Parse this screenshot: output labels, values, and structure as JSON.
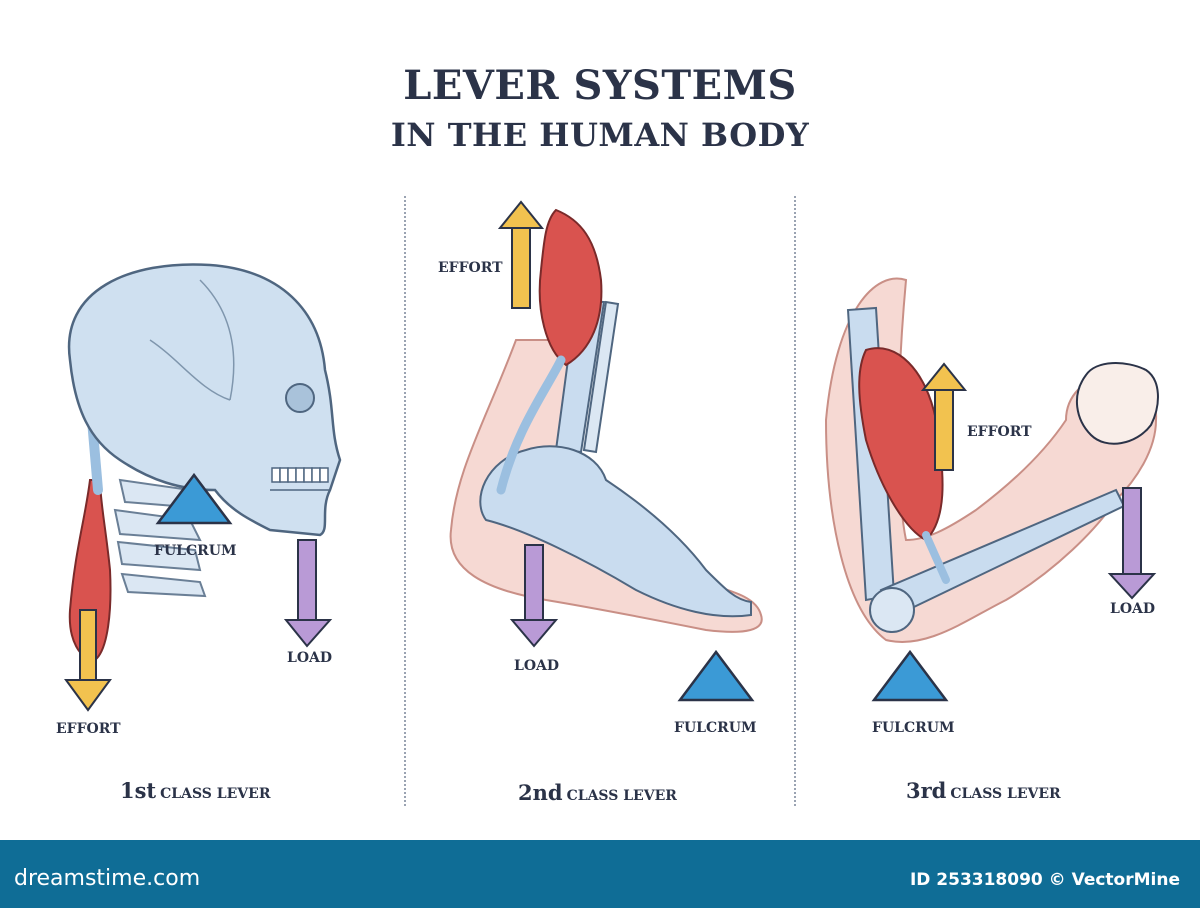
{
  "title": {
    "line1": "LEVER SYSTEMS",
    "line2": "IN THE HUMAN BODY"
  },
  "panels": [
    {
      "id": "first-class",
      "ordinal": "1st",
      "class_label": "CLASS LEVER",
      "labels": {
        "effort": "EFFORT",
        "fulcrum": "FULCRUM",
        "load": "LOAD"
      },
      "body_part": "skull-neck"
    },
    {
      "id": "second-class",
      "ordinal": "2nd",
      "class_label": "CLASS LEVER",
      "labels": {
        "effort": "EFFORT",
        "fulcrum": "FULCRUM",
        "load": "LOAD"
      },
      "body_part": "foot-calf"
    },
    {
      "id": "third-class",
      "ordinal": "3rd",
      "class_label": "CLASS LEVER",
      "labels": {
        "effort": "EFFORT",
        "fulcrum": "FULCRUM",
        "load": "LOAD"
      },
      "body_part": "arm-biceps"
    }
  ],
  "colors": {
    "title": "#2b3348",
    "fulcrum": "#3b9ad6",
    "effort_arrow": "#f2c24f",
    "load_arrow": "#b99ad6",
    "bone": "#c9dcef",
    "muscle": "#d9534f",
    "skin": "#f6d9d3",
    "footer": "#0f6d96"
  },
  "footer": {
    "watermark": "dreamstime.com",
    "id_text": "ID 253318090 © VectorMine"
  }
}
